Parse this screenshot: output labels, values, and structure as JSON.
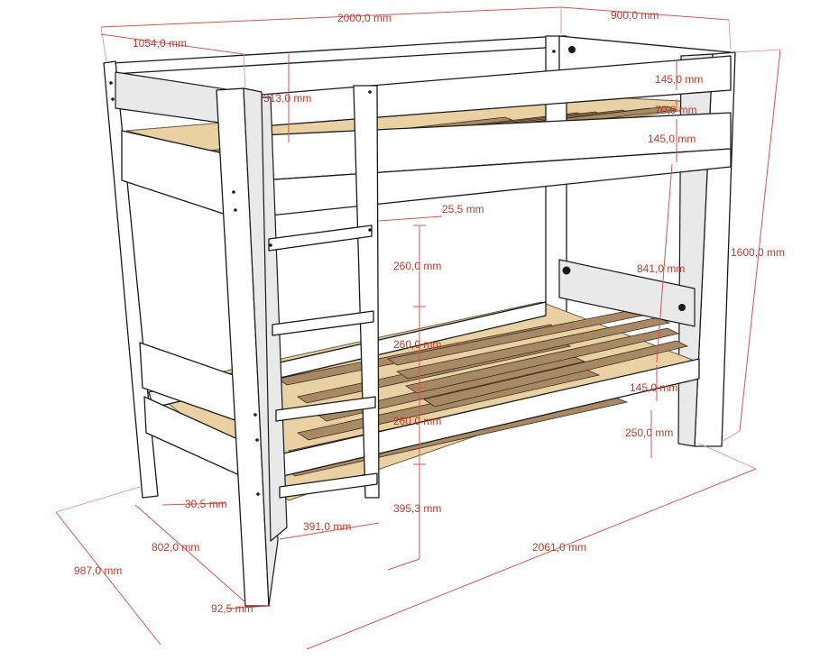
{
  "colors": {
    "frame": "#ffffff",
    "outline": "#1a1a1a",
    "plywood": "#e9d1a4",
    "slats": "#a88965",
    "dimension": "#d9534f"
  },
  "dimensions": {
    "overall_length_top": "2000,0 mm",
    "overall_width_top": "900,0 mm",
    "upper_bed_depth": "1054,0 mm",
    "guard_rail_gap": "313,0 mm",
    "rail_height_upper": "145,0 mm",
    "rail_spacing": "70,0 mm",
    "rail_height_lower": "145,0 mm",
    "total_height": "1600,0 mm",
    "clearance_between_beds": "841,0 mm",
    "ladder_rung_depth": "25,5 mm",
    "rung_spacing_1": "260,0 mm",
    "rung_spacing_2": "260,0 mm",
    "rung_spacing_3": "260,0 mm",
    "lower_rail_height": "145,0 mm",
    "floor_clearance": "250,0 mm",
    "post_thickness": "30,5 mm",
    "ladder_bottom_height": "395,3 mm",
    "ladder_width": "391,0 mm",
    "overall_length_bottom": "2061,0 mm",
    "inner_width": "802,0 mm",
    "overall_width_bottom": "987,0 mm",
    "post_width": "92,5 mm"
  }
}
